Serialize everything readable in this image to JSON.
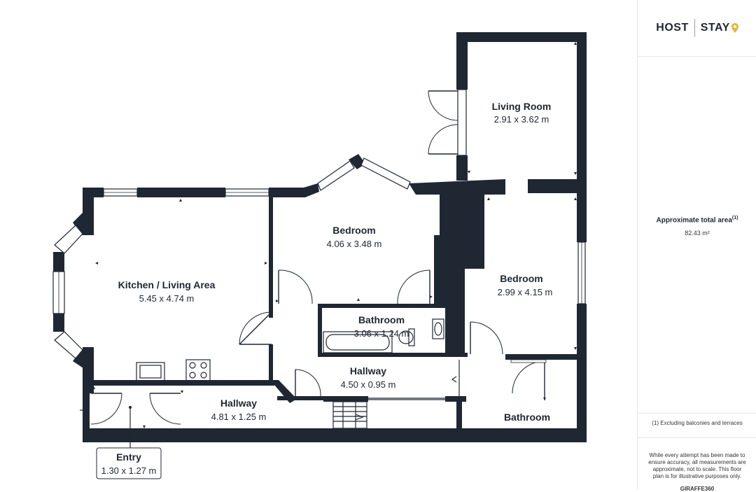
{
  "brand": {
    "left_word": "HOST",
    "right_word": "STAY",
    "logo_icon": "location-pin-icon"
  },
  "rooms": {
    "living_room": {
      "name": "Living Room",
      "dims": "2.91 x 3.62 m"
    },
    "bedroom_top": {
      "name": "Bedroom",
      "dims": "4.06 x 3.48 m"
    },
    "bedroom_right": {
      "name": "Bedroom",
      "dims": "2.99 x 4.15 m"
    },
    "kitchen": {
      "name": "Kitchen / Living Area",
      "dims": "5.45 x 4.74 m"
    },
    "bathroom_center": {
      "name": "Bathroom",
      "dims": "3.06 x 1.24 m"
    },
    "hallway_center": {
      "name": "Hallway",
      "dims": "4.50 x 0.95 m"
    },
    "hallway_lower": {
      "name": "Hallway",
      "dims": "4.81 x 1.25 m"
    },
    "bathroom_right": {
      "name": "Bathroom"
    },
    "entry": {
      "name": "Entry",
      "dims": "1.30 x 1.27 m"
    }
  },
  "sidebar": {
    "area_label": "Approximate total area",
    "area_note_ref": "(1)",
    "area_value": "82.43 m²",
    "footnote": "(1) Excluding balconies and terraces",
    "disclaimer": "While every attempt has been made to ensure accuracy, all measurements are approximate, not to scale. This floor plan is for illustrative purposes only.",
    "code": "GIRAFFE360"
  },
  "colors": {
    "wall": "#1f2733",
    "background": "#ffffff",
    "logo_accent": "#e8b63a"
  }
}
